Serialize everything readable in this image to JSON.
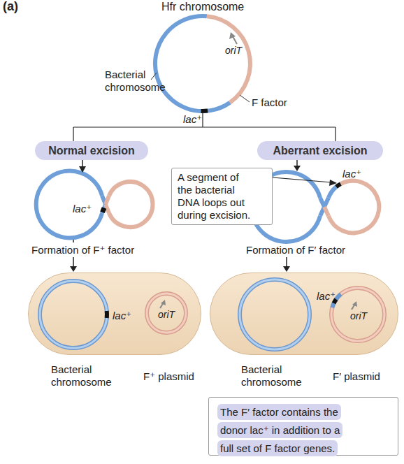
{
  "diagram": {
    "nodes": [
      {
        "text": [
          "Normal excision"
        ]
      },
      {
        "text": [
          "Aberrant excision"
        ]
      },
      {
        "text": [
          "A segment of the bacterial DNA loops out during excision."
        ]
      },
      {
        "text": [
          "lac⁺",
          "oriT"
        ]
      },
      {
        "text": [
          "lac⁺",
          "oriT"
        ]
      },
      {
        "text": [
          "The F′ factor contains the donor lac⁺ in addition to a full set of F factor genes."
        ]
      }
    ],
    "labels": [
      "(a)",
      "Hfr chromosome",
      "oriT",
      "Bacterial chromosome",
      "F factor",
      "lac⁺",
      "lac⁺",
      "lac⁺",
      "Formation of F⁺ factor",
      "Formation of F′ factor",
      "Bacterial chromosome",
      "F⁺ plasmid",
      "Bacterial chromosome",
      "F′ plasmid"
    ]
  }
}
